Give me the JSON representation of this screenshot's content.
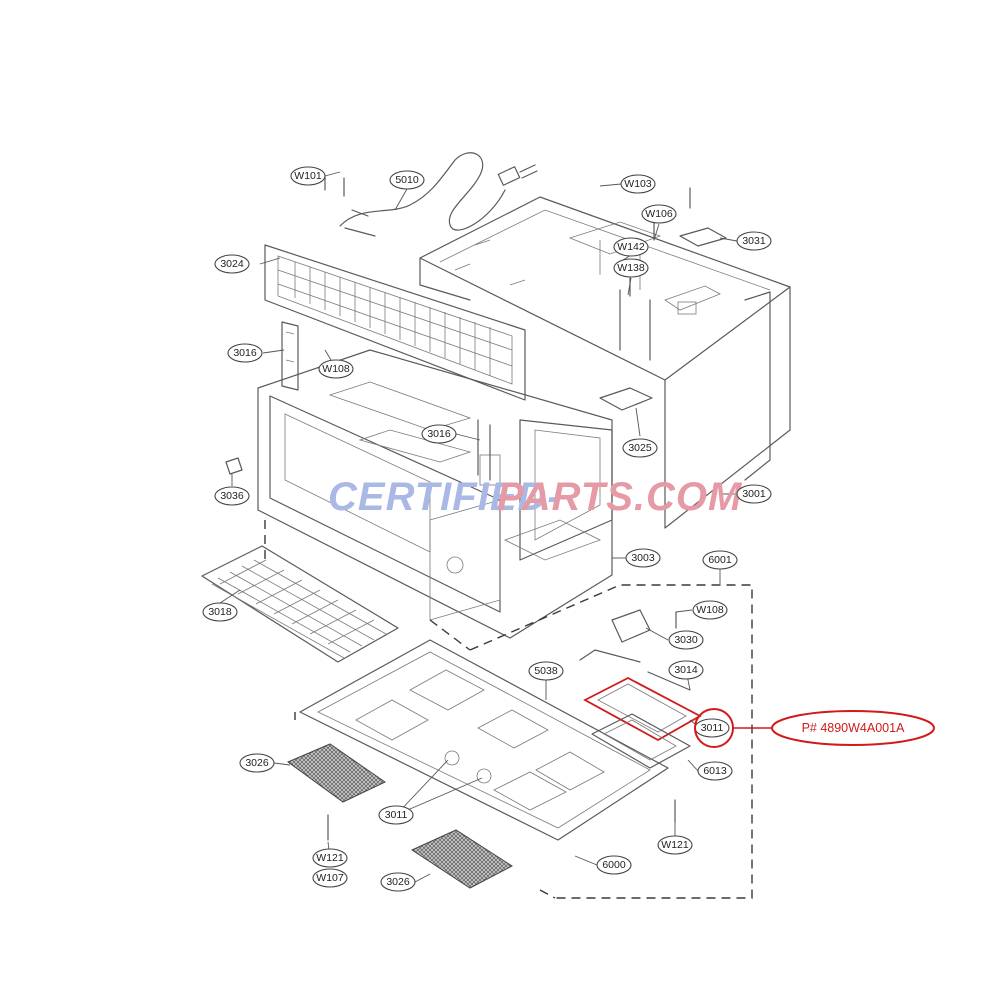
{
  "watermark": {
    "part1": "CERTIFIED-",
    "part2": "PARTS.COM",
    "color_part1": "#aab8e6",
    "color_part2": "#e59aa6"
  },
  "highlight": {
    "part_number_label": "P# 4890W4A001A",
    "color": "#d11a1a"
  },
  "callouts": [
    {
      "id": "w101",
      "label": "W101"
    },
    {
      "id": "5010",
      "label": "5010"
    },
    {
      "id": "w103",
      "label": "W103"
    },
    {
      "id": "w106-top",
      "label": "W106"
    },
    {
      "id": "3031",
      "label": "3031"
    },
    {
      "id": "w142",
      "label": "W142"
    },
    {
      "id": "w138",
      "label": "W138"
    },
    {
      "id": "3024",
      "label": "3024"
    },
    {
      "id": "3016-left",
      "label": "3016"
    },
    {
      "id": "w108-left",
      "label": "W108"
    },
    {
      "id": "3016-mid",
      "label": "3016"
    },
    {
      "id": "3025",
      "label": "3025"
    },
    {
      "id": "3036",
      "label": "3036"
    },
    {
      "id": "3001",
      "label": "3001"
    },
    {
      "id": "3003",
      "label": "3003"
    },
    {
      "id": "6001",
      "label": "6001"
    },
    {
      "id": "3018",
      "label": "3018"
    },
    {
      "id": "w108-right",
      "label": "W108"
    },
    {
      "id": "3030",
      "label": "3030"
    },
    {
      "id": "5038",
      "label": "5038"
    },
    {
      "id": "3014",
      "label": "3014"
    },
    {
      "id": "3011-right",
      "label": "3011"
    },
    {
      "id": "6013",
      "label": "6013"
    },
    {
      "id": "3026-left",
      "label": "3026"
    },
    {
      "id": "3011-mid",
      "label": "3011"
    },
    {
      "id": "w121-left",
      "label": "W121"
    },
    {
      "id": "w107",
      "label": "W107"
    },
    {
      "id": "3026-bottom",
      "label": "3026"
    },
    {
      "id": "6000",
      "label": "6000"
    },
    {
      "id": "w121-right",
      "label": "W121"
    }
  ]
}
